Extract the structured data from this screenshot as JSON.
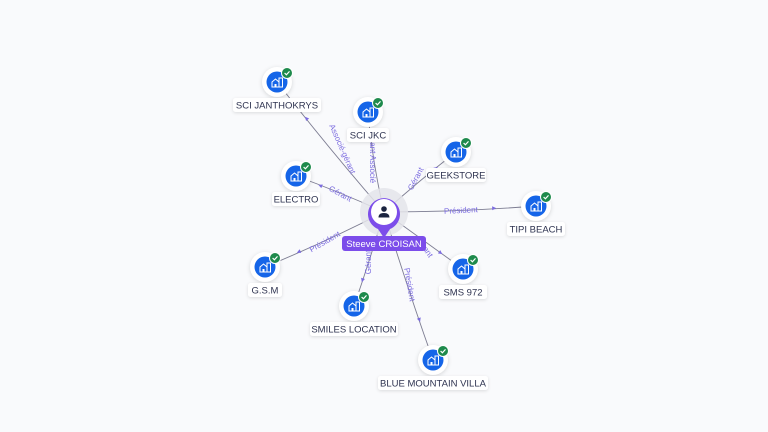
{
  "graph": {
    "center": {
      "name": "Steeve CROISAN",
      "icon": "person-icon",
      "color": "#7c4dea"
    },
    "colors": {
      "company_icon_bg": "#1565e8",
      "verified_badge": "#1e8a4c",
      "edge_label": "#7b6be0",
      "edge_line": "#7d7d92"
    },
    "nodes": [
      {
        "id": "sci-janthokrys",
        "name": "SCI JANTHOKRYS",
        "icon": "company-icon",
        "verified": true,
        "relation": "Associé-gérant"
      },
      {
        "id": "sci-jkc",
        "name": "SCI JKC",
        "icon": "company-icon",
        "verified": true,
        "relation": "Gérant Associé"
      },
      {
        "id": "geekstore",
        "name": "GEEKSTORE",
        "icon": "company-icon",
        "verified": true,
        "relation": "Gérant"
      },
      {
        "id": "electro",
        "name": "ELECTRO",
        "icon": "company-icon",
        "verified": true,
        "relation": "Gérant"
      },
      {
        "id": "tipi-beach",
        "name": "TIPI BEACH",
        "icon": "company-icon",
        "verified": true,
        "relation": "Président"
      },
      {
        "id": "gsm",
        "name": "G.S.M",
        "icon": "company-icon",
        "verified": true,
        "relation": "Président"
      },
      {
        "id": "sms-972",
        "name": "SMS 972",
        "icon": "company-icon",
        "verified": true,
        "relation": "Gérant"
      },
      {
        "id": "smiles-location",
        "name": "SMILES LOCATION",
        "icon": "company-icon",
        "verified": true,
        "relation": "Gérant"
      },
      {
        "id": "blue-mountain-villa",
        "name": "BLUE MOUNTAIN VILLA",
        "icon": "company-icon",
        "verified": true,
        "relation": "Président"
      }
    ]
  }
}
